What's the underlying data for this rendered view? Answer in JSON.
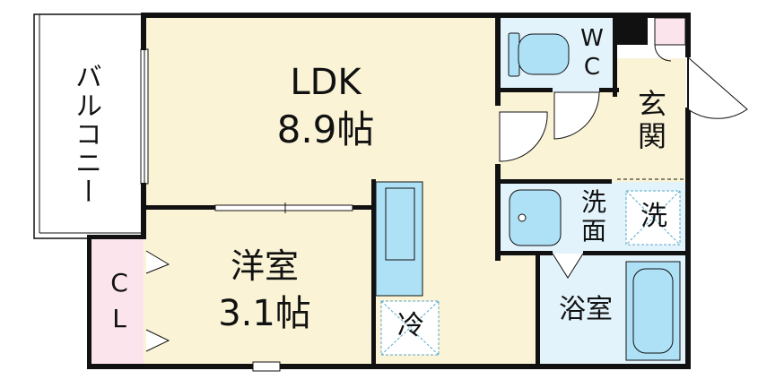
{
  "rooms": {
    "ldk": {
      "name": "LDK",
      "size": "8.9帖"
    },
    "western": {
      "name": "洋室",
      "size": "3.1帖"
    },
    "balcony": {
      "name": "バルコニー"
    },
    "closet": {
      "line1": "C",
      "line2": "L"
    },
    "toilet": {
      "line1": "W",
      "line2": "C"
    },
    "entrance": {
      "line1": "玄",
      "line2": "関"
    },
    "washroom": {
      "line1": "洗",
      "line2": "面"
    },
    "washer": {
      "name": "洗"
    },
    "bathroom": {
      "name": "浴室"
    },
    "fridge": {
      "name": "冷"
    }
  },
  "colors": {
    "wall": "#111111",
    "floor": "#faf3d6",
    "wet_area": "#e3f3fb",
    "closet": "#fbe4ec",
    "fixture": "#aee1f6"
  }
}
